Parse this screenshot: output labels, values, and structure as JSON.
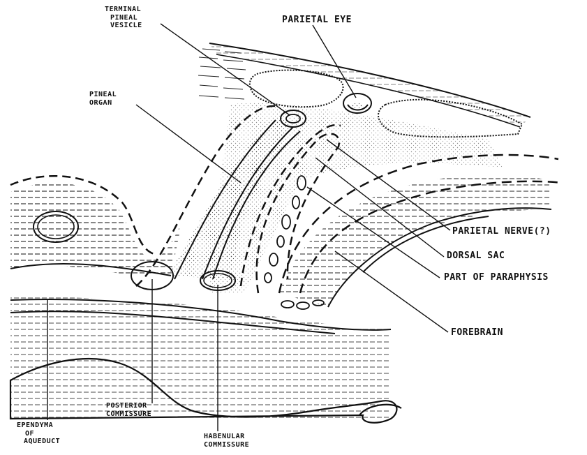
{
  "labels": {
    "terminal_line1": "TERMINAL",
    "terminal_line2": "PINEAL",
    "terminal_line3": "VESICLE",
    "parietal_eye": "PARIETAL EYE",
    "pineal_line1": "PINEAL",
    "pineal_line2": "ORGAN",
    "parietal_nerve": "PARIETAL NERVE(?)",
    "dorsal_sac": "DORSAL SAC",
    "paraphysis": "PART OF PARAPHYSIS",
    "forebrain": "FOREBRAIN",
    "posterior_line1": "POSTERIOR",
    "posterior_line2": "COMMISSURE",
    "ependyma_line1": "EPENDYMA",
    "ependyma_line2": "OF",
    "ependyma_line3": "AQUEDUCT",
    "habenular_line1": "HABENULAR",
    "habenular_line2": "COMMISSURE"
  },
  "colors": {
    "ink": "#111111",
    "paper": "#ffffff"
  }
}
